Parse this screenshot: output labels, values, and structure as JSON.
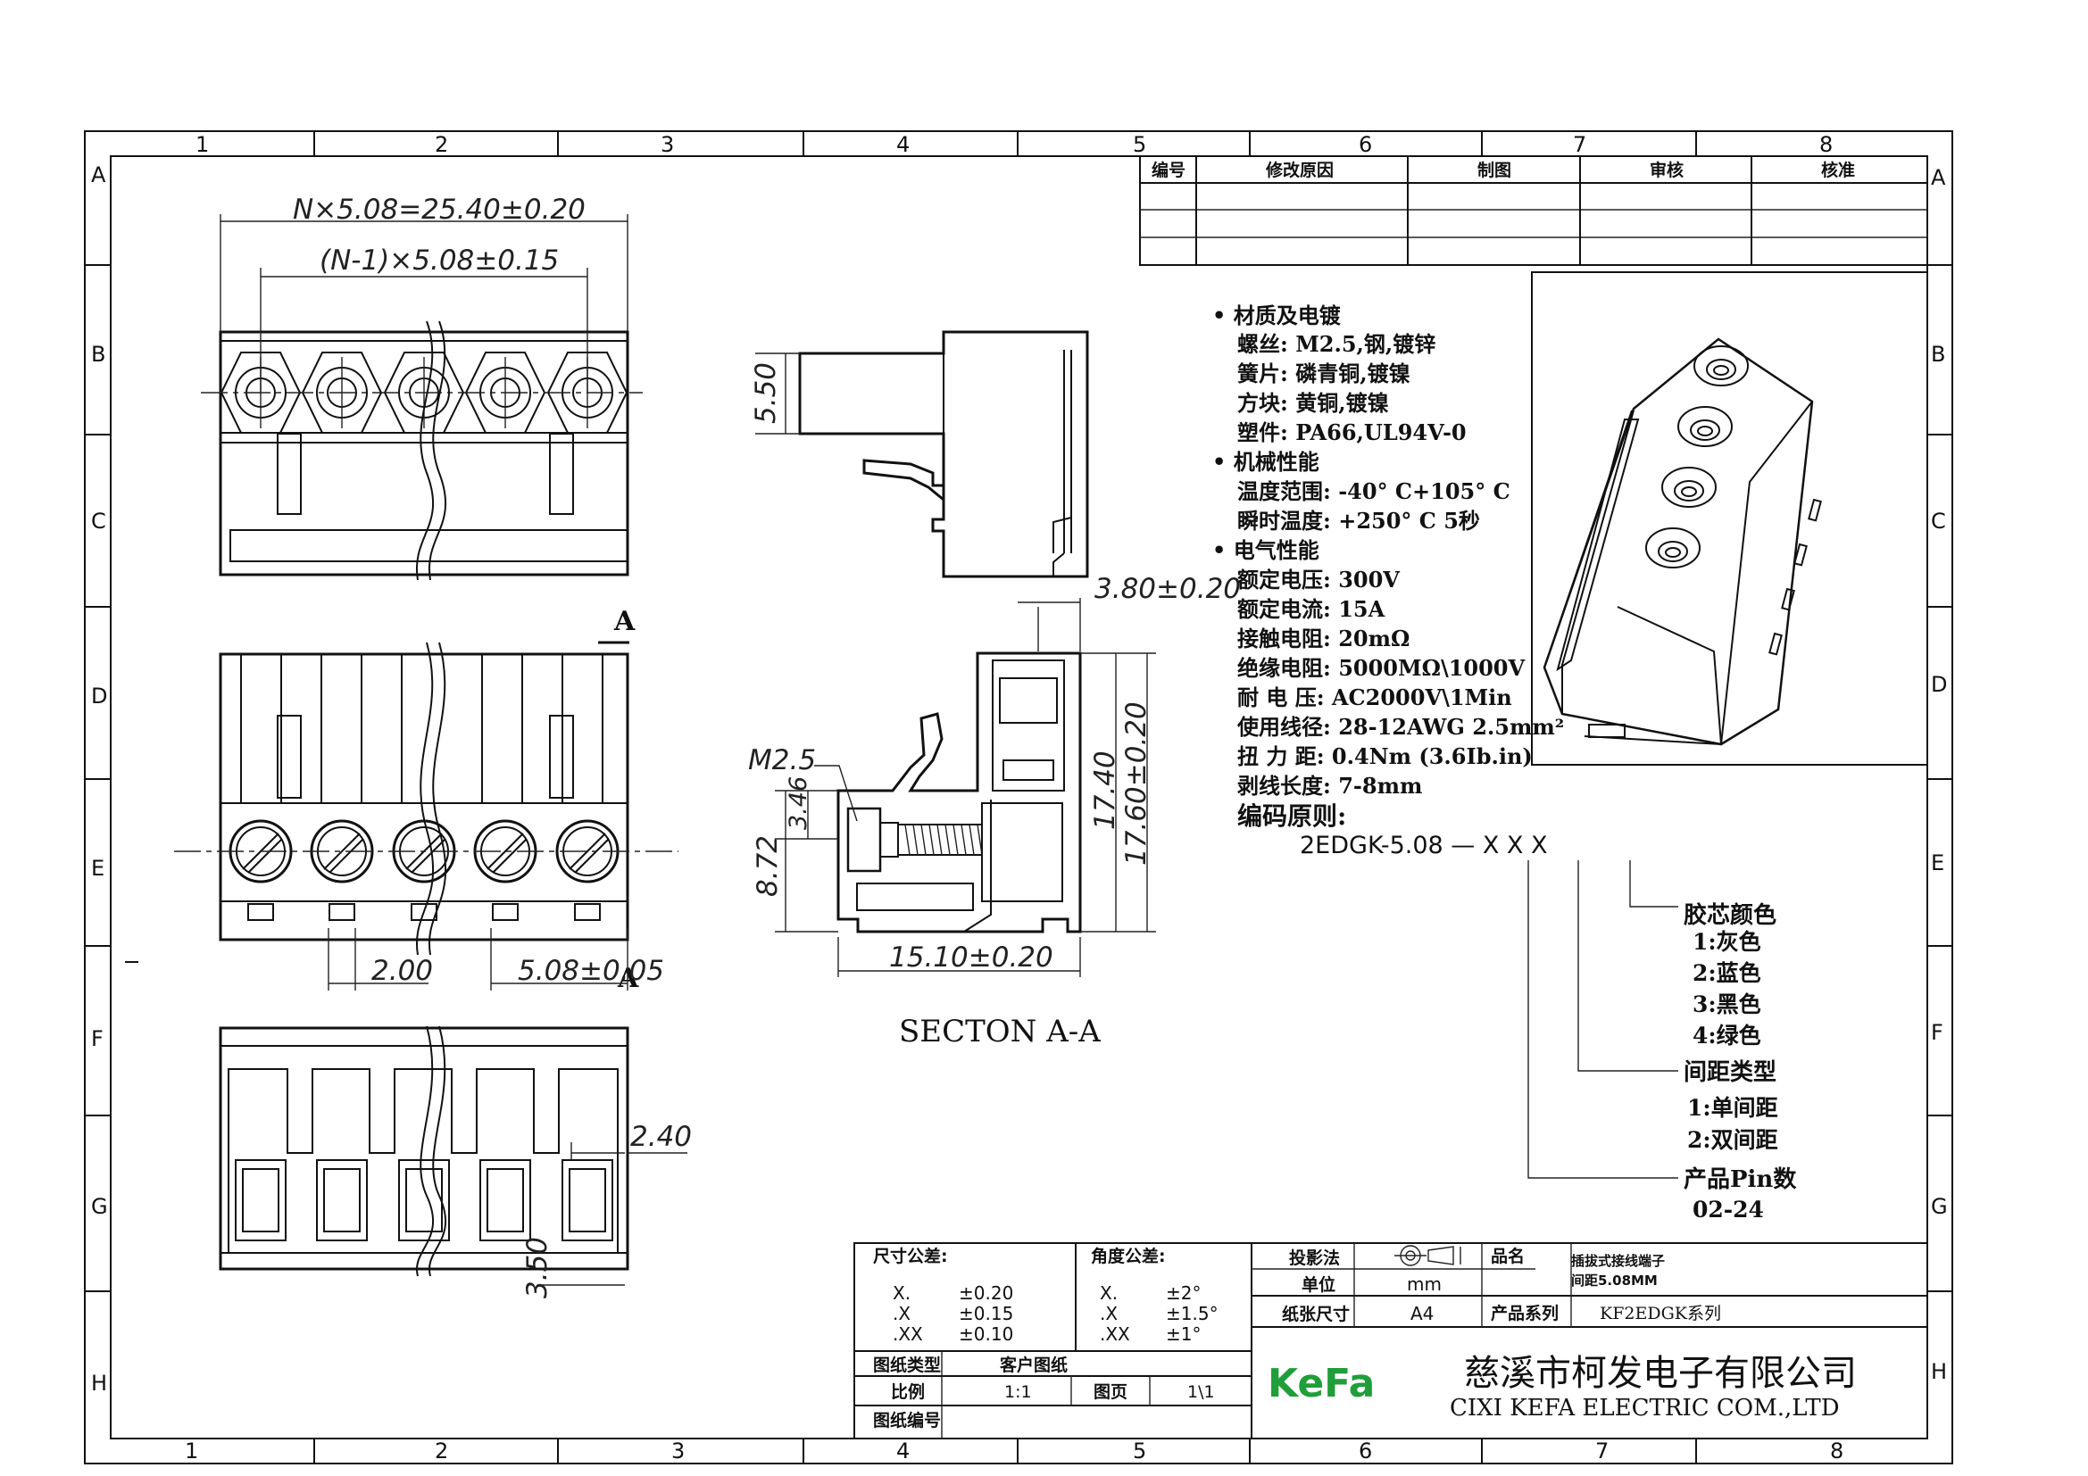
{
  "border": {
    "columns": [
      "1",
      "2",
      "3",
      "4",
      "5",
      "6",
      "7",
      "8"
    ],
    "rows": [
      "A",
      "B",
      "C",
      "D",
      "E",
      "F",
      "G",
      "H"
    ]
  },
  "revision_table": {
    "headers": [
      "编号",
      "修改原因",
      "制图",
      "审核",
      "核准"
    ],
    "rows": 3
  },
  "dimensions": {
    "total_width": "N×5.08=25.40±0.20",
    "pitch_span": "(N-1)×5.08±0.15",
    "d_550": "5.50",
    "d_380": "3.80±0.20",
    "d_1740": "17.40",
    "d_1760": "17.60±0.20",
    "d_346": "3.46",
    "d_872": "8.72",
    "d_1510": "15.10±0.20",
    "d_200": "2.00",
    "d_508": "5.08±0.05",
    "d_240": "2.40",
    "d_350": "3.50",
    "screw": "M2.5",
    "section_mark": "A"
  },
  "section_title": "SECTON   A-A",
  "specs": {
    "lines": [
      "• 材质及电镀",
      "螺丝: M2.5,钢,镀锌",
      "簧片: 磷青铜,镀镍",
      "方块: 黄铜,镀镍",
      "塑件: PA66,UL94V-0",
      "• 机械性能",
      "温度范围: -40° C+105° C",
      "瞬时温度: +250° C 5秒",
      "• 电气性能",
      "额定电压: 300V",
      "额定电流: 15A",
      "接触电阻: 20mΩ",
      "绝缘电阻: 5000MΩ\\1000V",
      "耐 电 压: AC2000V\\1Min",
      "使用线径: 28-12AWG 2.5mm²",
      "扭 力 距: 0.4Nm (3.6Ib.in)",
      "剥线长度: 7-8mm"
    ],
    "coding_title": "编码原则:",
    "code": "2EDGK-5.08 — X   X   X"
  },
  "coding": {
    "color_title": "胶芯颜色",
    "colors": [
      "1:灰色",
      "2:蓝色",
      "3:黑色",
      "4:绿色"
    ],
    "spacing_title": "间距类型",
    "spacings": [
      "1:单间距",
      "2:双间距"
    ],
    "pin_title": "产品Pin数",
    "pin_range": "02-24"
  },
  "title_block": {
    "dim_tol_label": "尺寸公差:",
    "dim_tol": [
      [
        "X.",
        "±0.20"
      ],
      [
        ".X",
        "±0.15"
      ],
      [
        ".XX",
        "±0.10"
      ]
    ],
    "ang_tol_label": "角度公差:",
    "ang_tol": [
      [
        "X.",
        "±2°"
      ],
      [
        ".X",
        "±1.5°"
      ],
      [
        ".XX",
        "±1°"
      ]
    ],
    "drawing_type_label": "图纸类型",
    "drawing_type": "客户图纸",
    "scale_label": "比例",
    "scale": "1:1",
    "page_label": "图页",
    "page": "1\\1",
    "drawing_no_label": "图纸编号",
    "projection_label": "投影法",
    "unit_label": "单位",
    "unit": "mm",
    "paper_label": "纸张尺寸",
    "paper": "A4",
    "name_label": "品名",
    "name_line1": "插拔式接线端子",
    "name_line2": "间距5.08MM",
    "series_label": "产品系列",
    "series": "KF2EDGK系列",
    "logo": "KeFa",
    "company_cn": "慈溪市柯发电子有限公司",
    "company_en": "CIXI KEFA ELECTRIC COM.,LTD"
  }
}
